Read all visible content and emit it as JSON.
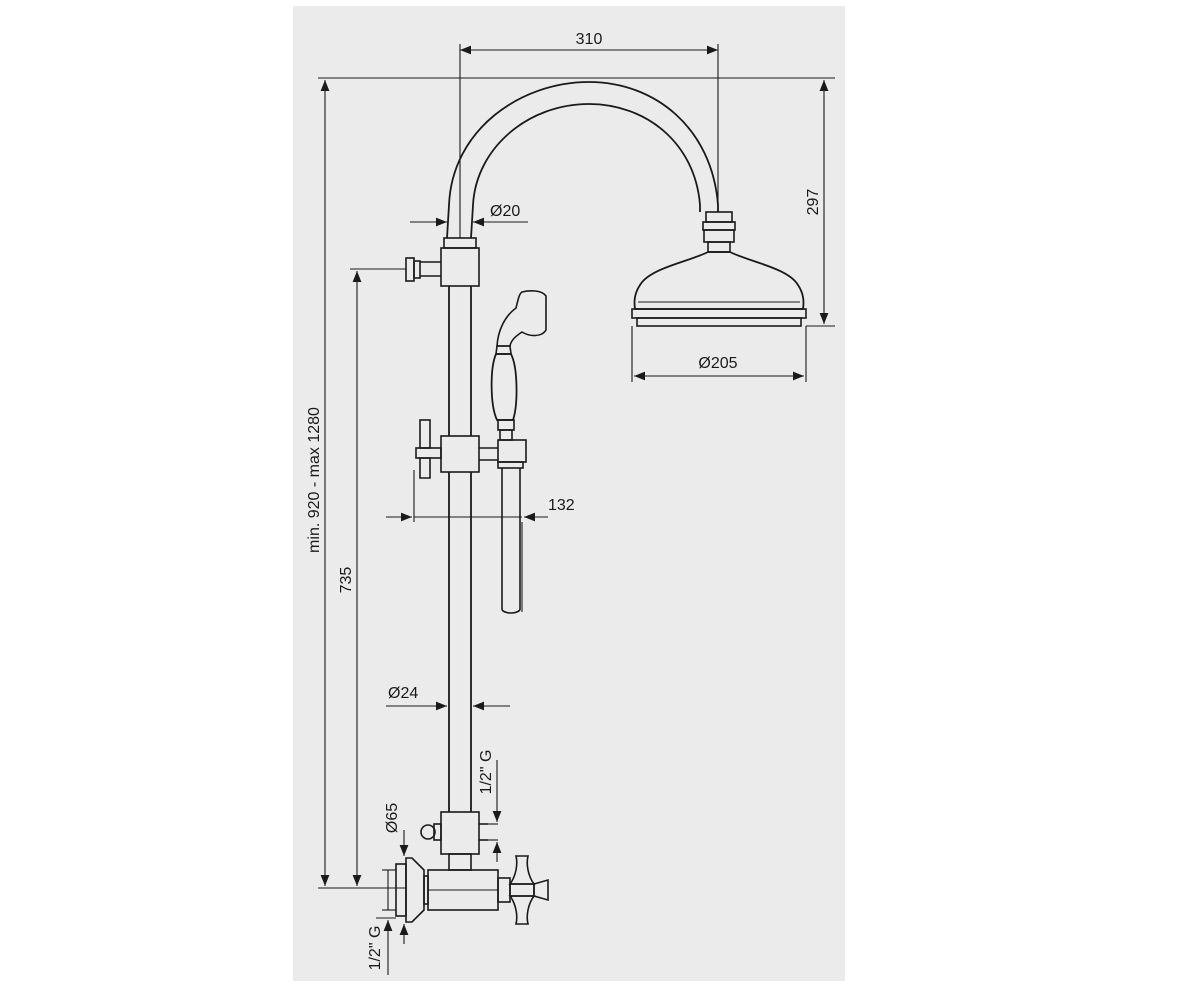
{
  "diagram": {
    "colors": {
      "background": "#ebebeb",
      "line": "#1a1a1a"
    },
    "dimensions": {
      "arm_reach": "310",
      "head_height": "297",
      "arm_diameter": "Ø20",
      "head_diameter": "Ø205",
      "handshower_offset": "132",
      "overall_height": "min. 920 - max 1280",
      "holder_height": "735",
      "riser_diameter": "Ø24",
      "outlet_thread": "1/2\" G",
      "flange_diameter": "Ø65",
      "inlet_thread": "1/2\" G"
    }
  }
}
